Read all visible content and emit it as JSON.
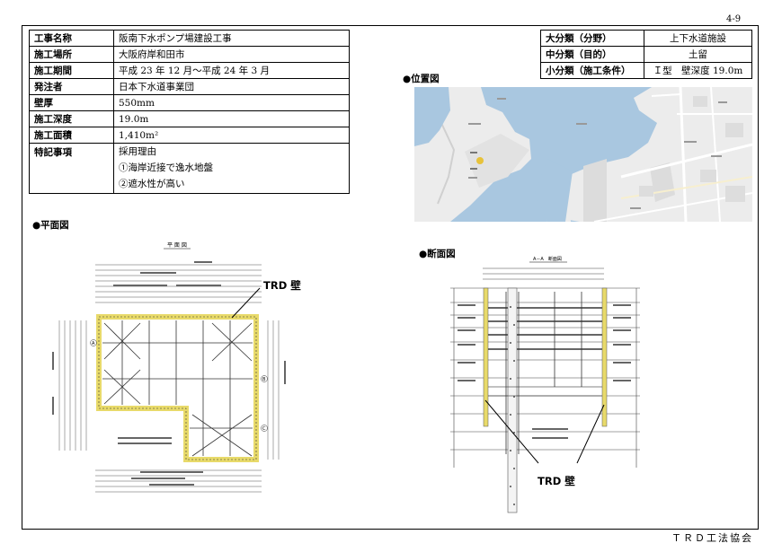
{
  "page_number": "4-9",
  "footer": "ＴＲＤ工法協会",
  "project_table": [
    {
      "label": "工事名称",
      "value": "阪南下水ポンプ場建設工事"
    },
    {
      "label": "施工場所",
      "value": "大阪府岸和田市"
    },
    {
      "label": "施工期間",
      "value": "平成 23 年 12 月～平成 24 年 3 月"
    },
    {
      "label": "発注者",
      "value": "日本下水道事業団"
    },
    {
      "label": "壁厚",
      "value": "550mm"
    },
    {
      "label": "施工深度",
      "value": "19.0m"
    },
    {
      "label": "施工面積",
      "value": "1,410m²"
    }
  ],
  "special_notes": {
    "label": "特記事項",
    "lines": [
      "採用理由",
      "①海岸近接で逸水地盤",
      "②遮水性が高い"
    ]
  },
  "classification_table": [
    {
      "label": "大分類（分野）",
      "value": "上下水道施設"
    },
    {
      "label": "中分類（目的）",
      "value": "土留"
    },
    {
      "label": "小分類（施工条件）",
      "value": "Ｉ型　壁深度 19.0m"
    }
  ],
  "sections": {
    "location_map": "●位置図",
    "plan_view": "●平面図",
    "cross_section": "●断面図"
  },
  "plan_drawing": {
    "title": "平 面 図",
    "trd_label": "TRD 壁",
    "row_labels": [
      "A",
      "B",
      "C"
    ],
    "wall_color": "#e8da6a"
  },
  "section_drawing": {
    "title": "A－A　断面図",
    "trd_label": "TRD 壁",
    "wall_color": "#e8da6a"
  },
  "map_colors": {
    "water": "#a9c7e0",
    "land": "#ececec",
    "road": "#ffffff",
    "marker": "#e7c23a"
  }
}
